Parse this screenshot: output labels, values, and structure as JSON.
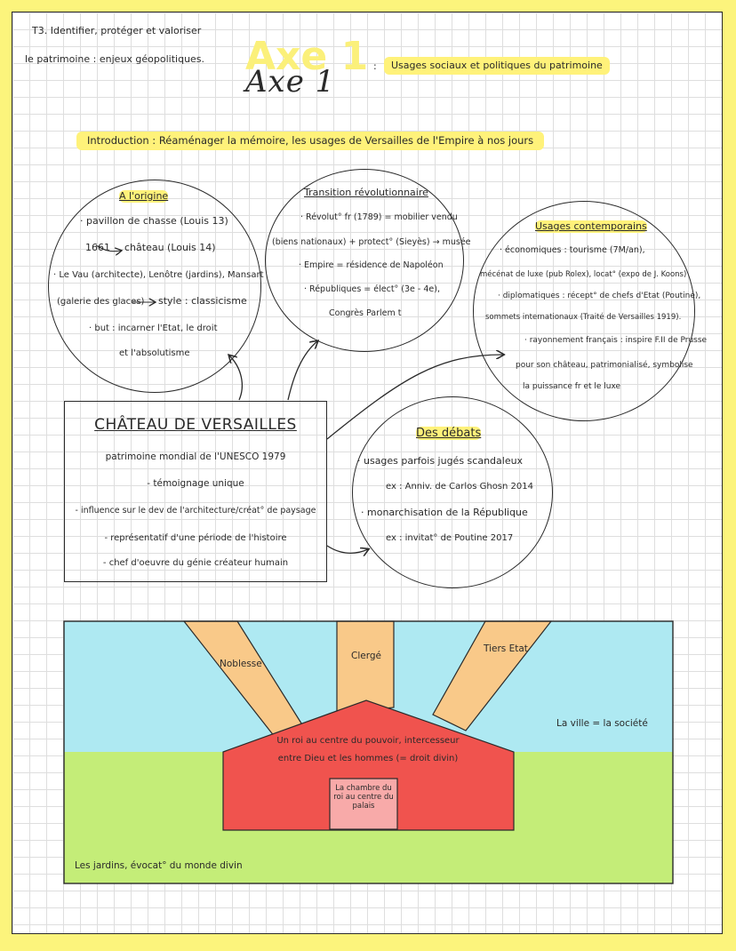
{
  "header": {
    "course_line1": "T3. Identifier, protéger et valoriser",
    "course_line2": "le patrimoine : enjeux géopolitiques.",
    "axe_title": "Axe 1",
    "axe_outline": "Axe 1",
    "colon": ":",
    "axe_subtitle": "Usages sociaux et politiques du patrimoine"
  },
  "intro": "Introduction : Réaménager la mémoire, les usages de Versailles de l'Empire à nos jours",
  "origine": {
    "title": "A l'origine",
    "l1": "· pavillon de chasse (Louis 13)",
    "l2a": "1661",
    "l2b": "château (Louis 14)",
    "l3": "· Le Vau (architecte), Lenôtre (jardins), Mansart",
    "l4a": "(galerie des glaces)",
    "l4b": "style : classicisme",
    "l5": "· but : incarner l'Etat, le droit",
    "l6": "et l'absolutisme"
  },
  "transition": {
    "title": "Transition révolutionnaire",
    "l1": "· Révolut° fr (1789) = mobilier vendu",
    "l2": "(biens nationaux) + protect° (Sieyès) → musée",
    "l3": "· Empire = résidence de Napoléon",
    "l4": "· Républiques = élect° (3e - 4e),",
    "l5": "Congrès Parlem t"
  },
  "usages": {
    "title": "Usages contemporains",
    "l1": "· économiques : tourisme (7M/an),",
    "l2": "mécénat de luxe (pub Rolex), locat° (expo de J. Koons)",
    "l3": "· diplomatiques : récept° de chefs d'Etat (Poutine),",
    "l4": "sommets internationaux (Traité de Versailles 1919).",
    "l5": "· rayonnement français : inspire F.II de Prusse",
    "l6": "pour son château, patrimonialisé, symbolise",
    "l7": "la puissance fr et le luxe"
  },
  "chateau": {
    "title": "CHÂTEAU DE VERSAILLES",
    "l1": "patrimoine mondial de l'UNESCO 1979",
    "l2": "- témoignage unique",
    "l3": "- influence sur le dev de l'architecture/créat° de paysage",
    "l4": "- représentatif d'une période de l'histoire",
    "l5": "- chef d'oeuvre du génie créateur humain"
  },
  "debats": {
    "title": "Des débats",
    "l1": "· usages parfois jugés scandaleux",
    "l2": "ex : Anniv. de Carlos Ghosn 2014",
    "l3": "· monarchisation de la République",
    "l4": "ex : invitat° de Poutine 2017"
  },
  "diagram": {
    "noblesse": "Noblesse",
    "clerge": "Clergé",
    "tiers": "Tiers Etat",
    "ville": "La ville = la société",
    "roi_l1": "Un roi au centre du pouvoir, intercesseur",
    "roi_l2": "entre Dieu et les hommes (= droit divin)",
    "chambre": "La chambre du roi au centre du palais",
    "jardins": "Les jardins, évocat° du monde divin"
  },
  "colors": {
    "page_yellow": "#fcf47c",
    "highlight": "#fff27a",
    "sky": "#aee9f2",
    "ground": "#c4ed78",
    "rays": "#f9c989",
    "palace": "#f0534e",
    "chamber": "#f8aaa9"
  }
}
